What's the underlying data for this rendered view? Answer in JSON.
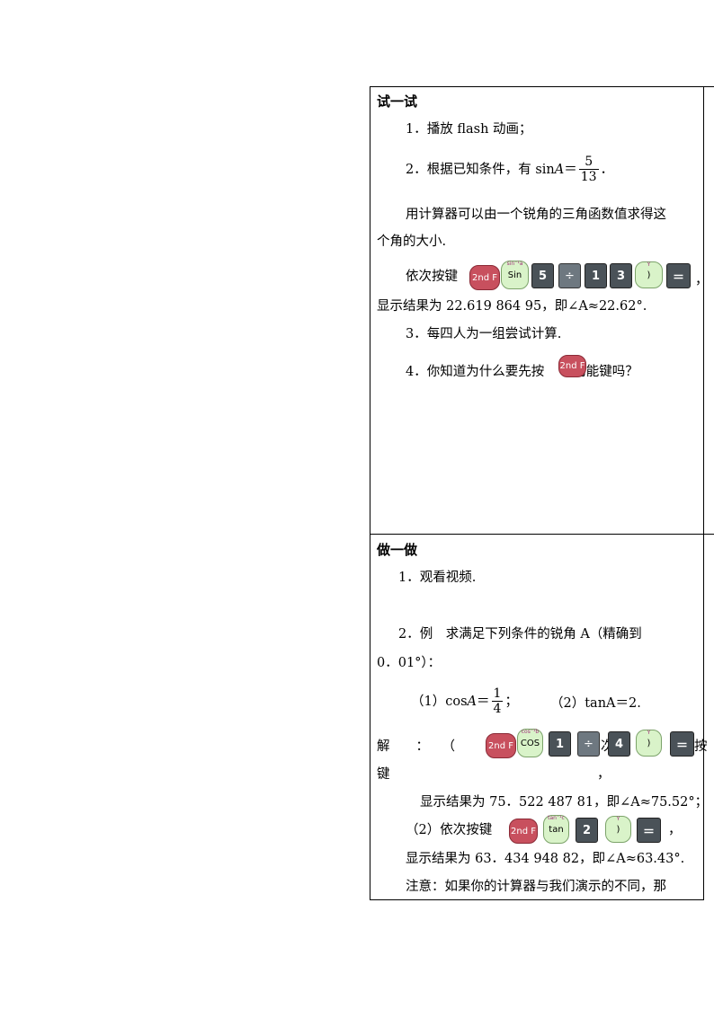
{
  "section1": {
    "title": "试一试",
    "item1": "1．播放 flash 动画；",
    "item2_prefix": "2．根据已知条件，有 sin",
    "item2_var": "A",
    "item2_eq": "＝",
    "item2_num": "5",
    "item2_den": "13",
    "item2_end": "．",
    "para_line1": "用计算器可以由一个锐角的三角函数值求得这",
    "para_line2": "个角的大小.",
    "keys_label": "依次按键",
    "keys_comma": "，",
    "result": "显示结果为 22.619 864 95，即∠A≈22.62°.",
    "item3": "3．每四人为一组尝试计算.",
    "item4_prefix": "4．你知道为什么要先按",
    "item4_suffix": "功能键吗？"
  },
  "section2": {
    "title": "做一做",
    "item1": "1．观看视频.",
    "item2_line1": "2．例　求满足下列条件的锐角 A（精确到",
    "item2_line2": "0．01°）：",
    "cond1_prefix": "（1）cos",
    "cond1_var": "A",
    "cond1_eq": "＝",
    "cond1_num": "1",
    "cond1_den": "4",
    "cond1_end": "；",
    "cond2": "（2）tanA＝2.",
    "sol_label": "解　　：　　（",
    "sol_frag1": "次",
    "sol_frag2": "按",
    "sol_line2a": "键",
    "sol_line2b": "，",
    "result1": "显示结果为 75．522 487 81，即∠A≈75.52°；",
    "part2_label": "（2）依次按键",
    "part2_comma": "，",
    "result2": "显示结果为 63．434 948 82，即∠A≈63.43°.",
    "note": "注意：如果你的计算器与我们演示的不同，那"
  },
  "keys": {
    "second_f": "2nd F",
    "sin": "Sin",
    "sin_sup": "sin⁻¹a",
    "cos": "COS",
    "cos_sup": "cos⁻¹b",
    "tan": "tan",
    "tan_sup": "tan⁻¹c",
    "five": "5",
    "divide": "÷",
    "one": "1",
    "three": "3",
    "four": "4",
    "two": "2",
    "rparen": ")",
    "rparen_sup": "Y",
    "equals": "＝"
  },
  "colors": {
    "key_pink": "#c8505e",
    "key_green": "#d9f3c9",
    "key_dark": "#4a5258"
  }
}
